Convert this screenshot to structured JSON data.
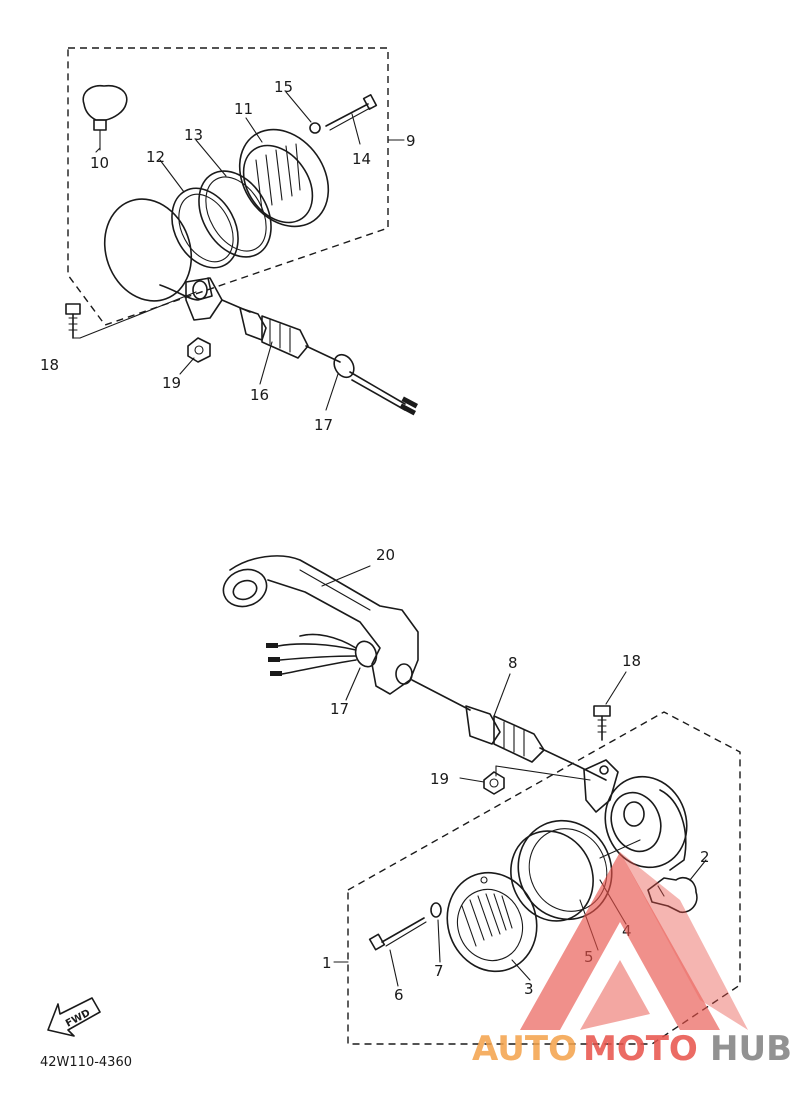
{
  "diagram_code": "42W110-4360",
  "fwd_label": "FWD",
  "watermark": {
    "part1": "AUTO",
    "part2": "MOTO",
    "part3": "HUB",
    "color_orange": "#f4a24a",
    "color_red": "#e8524a",
    "color_grey": "#808080"
  },
  "callouts": [
    "1",
    "2",
    "3",
    "4",
    "5",
    "6",
    "7",
    "8",
    "9",
    "10",
    "11",
    "12",
    "13",
    "14",
    "15",
    "16",
    "17",
    "18",
    "19",
    "20"
  ],
  "upper": {
    "n9": "9",
    "n10": "10",
    "n11": "11",
    "n12": "12",
    "n13": "13",
    "n14": "14",
    "n15": "15",
    "n16": "16",
    "n17": "17",
    "n18": "18",
    "n19": "19"
  },
  "lower": {
    "n1": "1",
    "n2": "2",
    "n3": "3",
    "n4": "4",
    "n5": "5",
    "n6": "6",
    "n7": "7",
    "n8": "8",
    "n17": "17",
    "n18": "18",
    "n19": "19",
    "n20": "20"
  }
}
